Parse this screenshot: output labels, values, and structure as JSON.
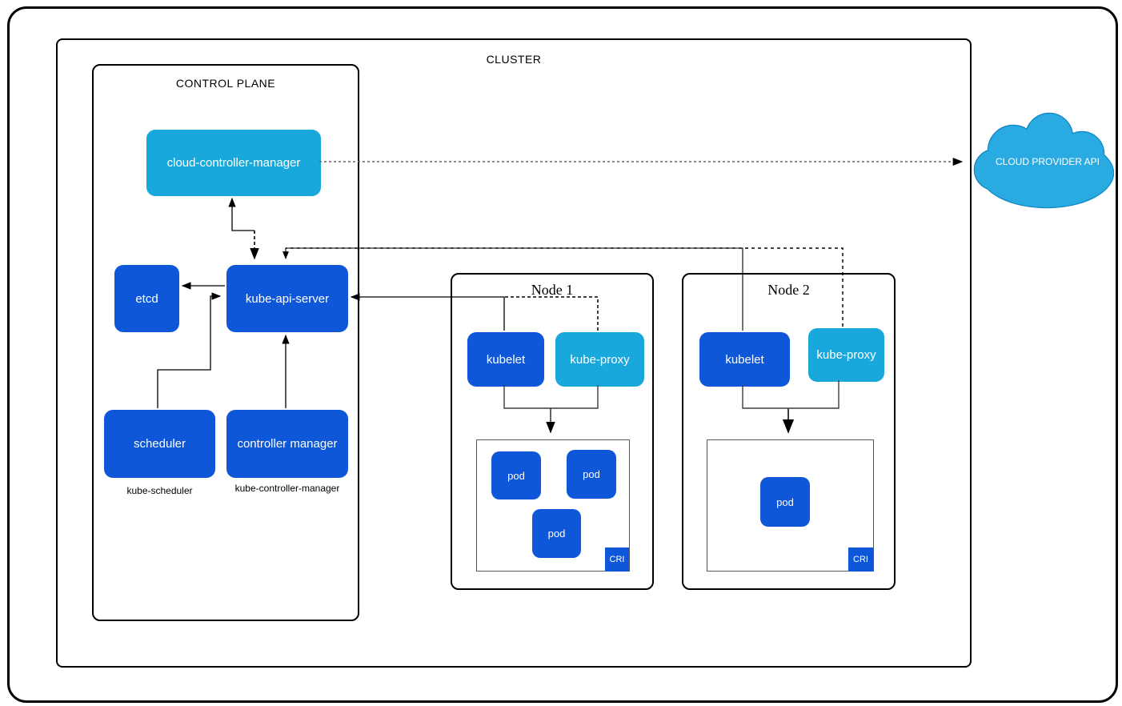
{
  "diagram": {
    "cluster_label": "CLUSTER",
    "control_plane": {
      "label": "CONTROL PLANE",
      "cloud_controller_manager": "cloud-controller-manager",
      "etcd": "etcd",
      "kube_api_server": "kube-api-server",
      "scheduler": "scheduler",
      "scheduler_caption": "kube-scheduler",
      "controller_manager": "controller manager",
      "controller_manager_caption": "kube-controller-manager"
    },
    "nodes": [
      {
        "label": "Node 1",
        "kubelet": "kubelet",
        "kube_proxy": "kube-proxy",
        "pods": [
          "pod",
          "pod",
          "pod"
        ],
        "cri": "CRI"
      },
      {
        "label": "Node 2",
        "kubelet": "kubelet",
        "kube_proxy": "kube-proxy",
        "pods": [
          "pod"
        ],
        "cri": "CRI"
      }
    ],
    "cloud_provider_api": "CLOUD PROVIDER API",
    "colors": {
      "component_blue": "#0e57d8",
      "component_cyan": "#18a8dc",
      "cloud_fill": "#29abe2",
      "cloud_outline": "#0f85c2",
      "line_black": "#000000",
      "dash_gray": "#666666"
    }
  }
}
